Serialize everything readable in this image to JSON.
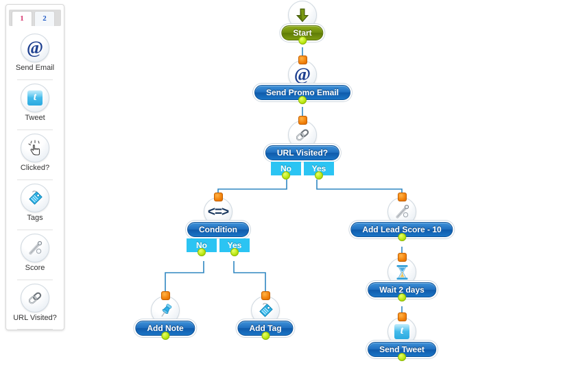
{
  "palette": {
    "tabs": [
      {
        "label": "1",
        "active": true
      },
      {
        "label": "2",
        "active": false
      }
    ],
    "items": [
      {
        "label": "Send Email",
        "icon": "at-sign-icon"
      },
      {
        "label": "Tweet",
        "icon": "twitter-bird-icon"
      },
      {
        "label": "Clicked?",
        "icon": "pointing-hand-click-icon"
      },
      {
        "label": "Tags",
        "icon": "tag-icon"
      },
      {
        "label": "Score",
        "icon": "thermometer-score-icon"
      },
      {
        "label": "URL Visited?",
        "icon": "chain-link-icon"
      }
    ]
  },
  "canvas": {
    "nodes": [
      {
        "id": "start",
        "label": "Start",
        "icon": "green-down-arrow-icon",
        "style": "start"
      },
      {
        "id": "email",
        "label": "Send Promo Email",
        "icon": "at-sign-icon",
        "style": "action"
      },
      {
        "id": "url",
        "label": "URL Visited?",
        "icon": "chain-link-icon",
        "style": "decision"
      },
      {
        "id": "cond",
        "label": "Condition",
        "icon": "less-equal-greater-icon",
        "style": "decision"
      },
      {
        "id": "score",
        "label": "Add Lead Score - 10",
        "icon": "thermometer-score-icon",
        "style": "action"
      },
      {
        "id": "wait",
        "label": "Wait 2 days",
        "icon": "hourglass-icon",
        "style": "action"
      },
      {
        "id": "tweet",
        "label": "Send Tweet",
        "icon": "twitter-bird-icon",
        "style": "action"
      },
      {
        "id": "note",
        "label": "Add Note",
        "icon": "pushpin-icon",
        "style": "action"
      },
      {
        "id": "tag",
        "label": "Add Tag",
        "icon": "tag-icon",
        "style": "action"
      }
    ],
    "branch_labels": {
      "no": "No",
      "yes": "Yes"
    }
  },
  "colors": {
    "pill_blue": "#1f6fc0",
    "pill_green": "#6f8c0c",
    "branch_cyan": "#2bc4f3",
    "wire": "#2e86c1",
    "port_in": "#f2820c",
    "port_out": "#b9e612",
    "tab_active_text": "#d6336c",
    "tab_inactive_text": "#1a56c4"
  }
}
